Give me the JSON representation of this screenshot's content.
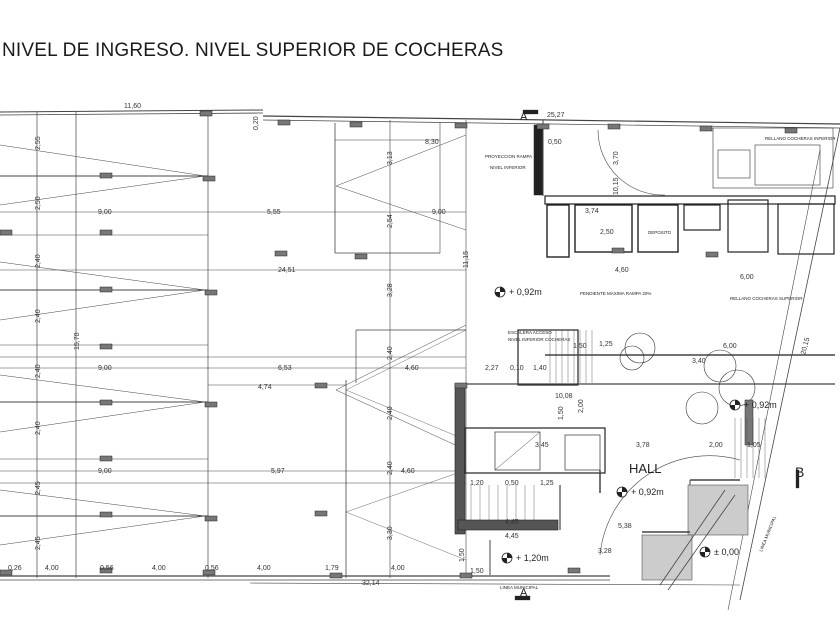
{
  "title": "NIVEL DE INGRESO. NIVEL SUPERIOR DE COCHERAS",
  "section_marks": [
    "A",
    "A",
    "B"
  ],
  "rooms": {
    "hall": "HALL",
    "deposito": "DEPOSITO",
    "rellano_inferior": "RELLANO COCHERAS INFERIOR",
    "rellano_superior": "RELLANO COCHERAS SUPERIOR",
    "proyeccion_1": "PROYECCION RAMPA",
    "proyeccion_2": "NIVEL INFERIOR",
    "escalera_1": "ESCALERA ACCESO",
    "escalera_2": "NIVEL INFERIOR COCHERAS",
    "pendiente": "PENDIENTE MAXIMA RAMPA 20%",
    "linea_municipal_1": "LINEA MUNICIPAL",
    "linea_municipal_2": "LINEA MUNICIPAL"
  },
  "levels": [
    "+ 0,92m",
    "+ 0,92m",
    "+ 0,92m",
    "+ 1,20m",
    "± 0,00"
  ],
  "dimensions": [
    "11,60",
    "25,27",
    "0,20",
    "8,30",
    "0,50",
    "2,55",
    "2,50",
    "2,40",
    "2,40",
    "2,40",
    "2,40",
    "2,45",
    "2,45",
    "15,70",
    "9,00",
    "5,55",
    "9,00",
    "3,13",
    "2,54",
    "24,51",
    "3,28",
    "11,15",
    "3,70",
    "10,15",
    "9,00",
    "6,53",
    "4,74",
    "4,60",
    "2,40",
    "2,40",
    "2,40",
    "4,60",
    "9,00",
    "5,97",
    "3,30",
    "0,26",
    "4,00",
    "0,56",
    "4,00",
    "0,56",
    "4,00",
    "1,79",
    "4,00",
    "32,14",
    "1,50",
    "3,74",
    "2,50",
    "4,60",
    "6,00",
    "2,27",
    "0,10",
    "1,40",
    "1,50",
    "1,25",
    "6,00",
    "3,40",
    "10,08",
    "1,50",
    "2,00",
    "3,45",
    "3,78",
    "2,00",
    "1,05",
    "1,20",
    "0,50",
    "1,25",
    "4,45",
    "5,38",
    "3,28",
    "1,50",
    "20,15",
    "4,45"
  ]
}
